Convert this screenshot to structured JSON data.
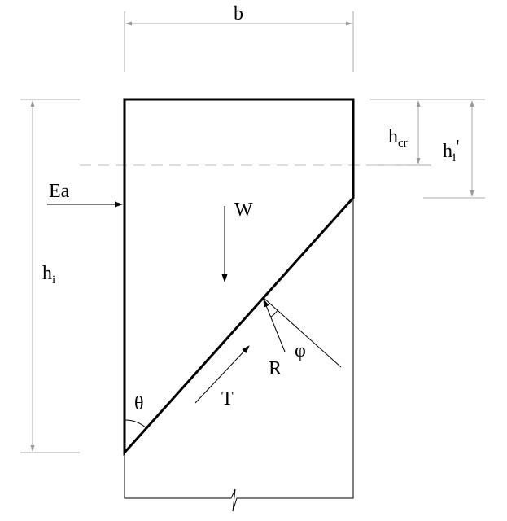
{
  "labels": {
    "b": "b",
    "h_cr_main": "h",
    "h_cr_sub": "cr",
    "h_i_prime_main": "h",
    "h_i_prime_sub": "i",
    "h_i_prime_mark": "'",
    "h_i_main": "h",
    "h_i_sub": "i",
    "Ea": "Ea",
    "W": "W",
    "T": "T",
    "R": "R",
    "phi": "φ",
    "theta": "θ"
  }
}
